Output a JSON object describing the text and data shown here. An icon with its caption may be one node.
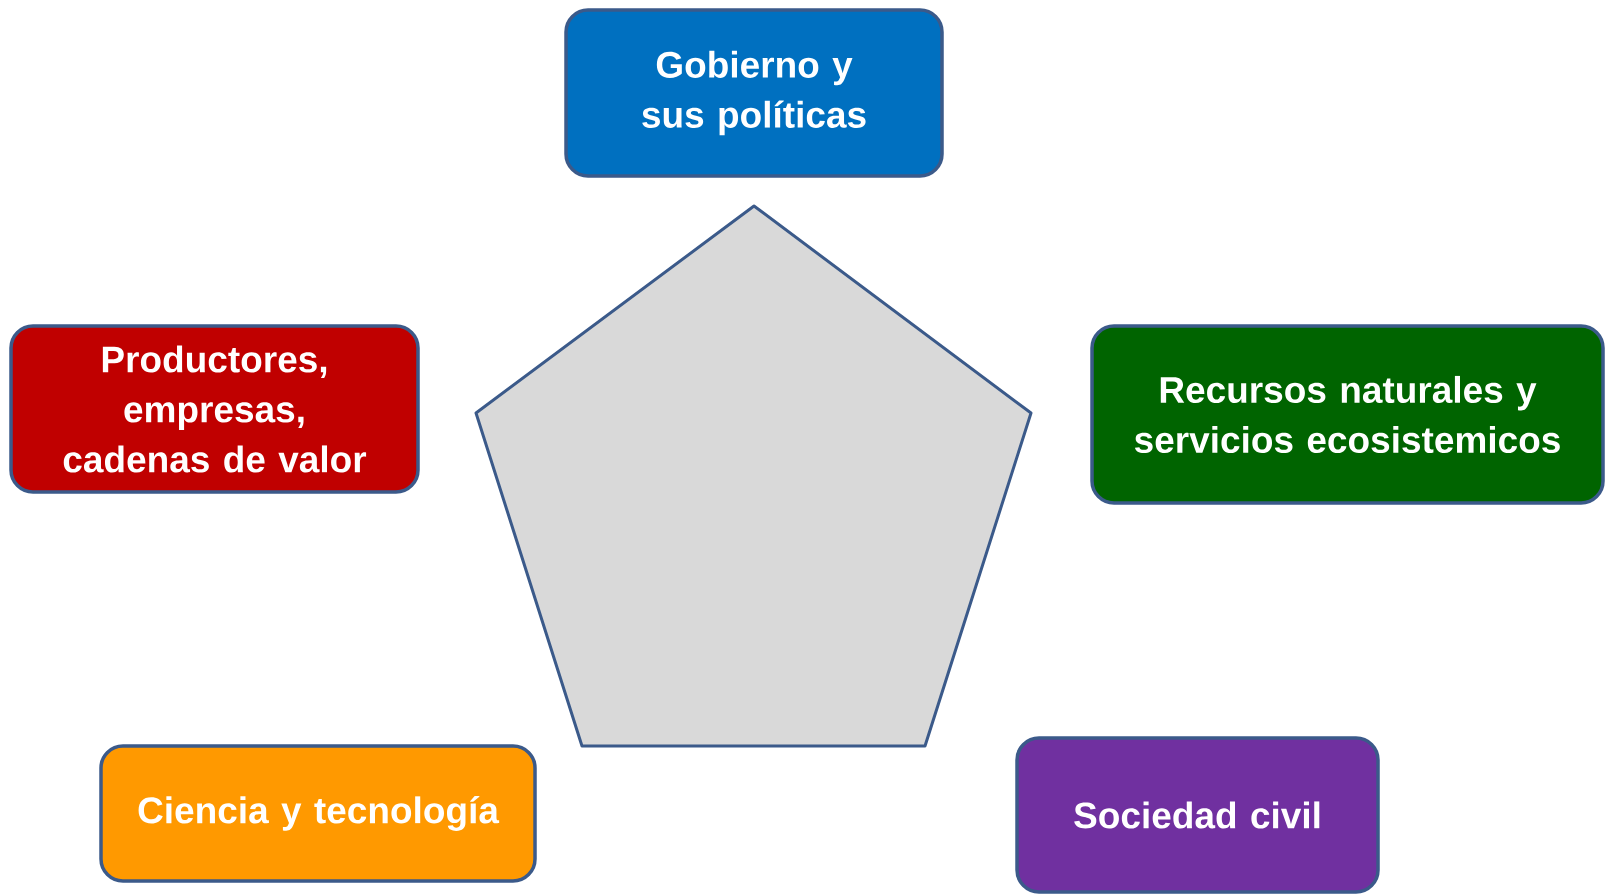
{
  "diagram": {
    "nodes": [
      {
        "text": [
          "Gobierno y sus políticas"
        ]
      },
      {
        "text": [
          "Productores, empresas, cadenas de valor"
        ]
      },
      {
        "text": [],
        "shape": "pentagon"
      },
      {
        "text": [
          "Recursos naturales y servicios ecosistemicos"
        ]
      },
      {
        "text": [
          "Ciencia y tecnología"
        ]
      },
      {
        "text": [
          "Sociedad civil"
        ]
      }
    ]
  }
}
